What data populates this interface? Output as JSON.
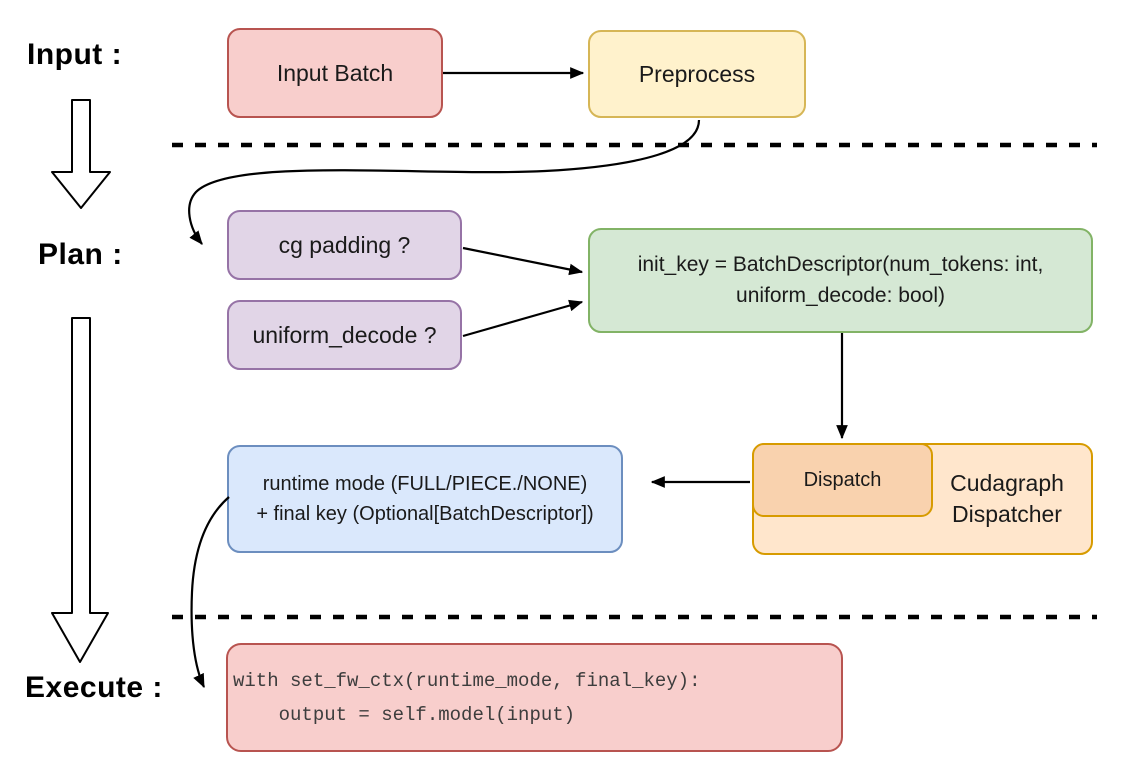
{
  "diagram": {
    "stage_labels": {
      "input": "Input :",
      "plan": "Plan :",
      "execute": "Execute :"
    },
    "nodes": {
      "input_batch": {
        "label": "Input Batch",
        "fill": "#f8cecc",
        "stroke": "#b85450"
      },
      "preprocess": {
        "label": "Preprocess",
        "fill": "#fff2cc",
        "stroke": "#d6b656"
      },
      "cg_padding": {
        "label": "cg padding ?",
        "fill": "#e1d5e7",
        "stroke": "#9673a6"
      },
      "uniform_decode": {
        "label": "uniform_decode ?",
        "fill": "#e1d5e7",
        "stroke": "#9673a6"
      },
      "init_key": {
        "line1": "init_key = BatchDescriptor(num_tokens: int,",
        "line2": "uniform_decode: bool)",
        "fill": "#d5e8d4",
        "stroke": "#82b366"
      },
      "dispatch": {
        "label": "Dispatch",
        "fill": "#f9d2ae",
        "stroke": "#d79b00"
      },
      "cudagraph_dispatcher": {
        "line1": "Cudagraph",
        "line2": "Dispatcher",
        "fill": "#ffe6cc",
        "stroke": "#d79b00"
      },
      "runtime_mode": {
        "line1": "runtime mode (FULL/PIECE./NONE)",
        "line2": "+ final key (Optional[BatchDescriptor])",
        "fill": "#dae8fc",
        "stroke": "#6c8ebf"
      },
      "execute_code": {
        "line1": "with set_fw_ctx(runtime_mode, final_key):",
        "line2": "    output = self.model(input)",
        "fill": "#f8cecc",
        "stroke": "#b85450"
      }
    },
    "connector_color": "#000000"
  }
}
